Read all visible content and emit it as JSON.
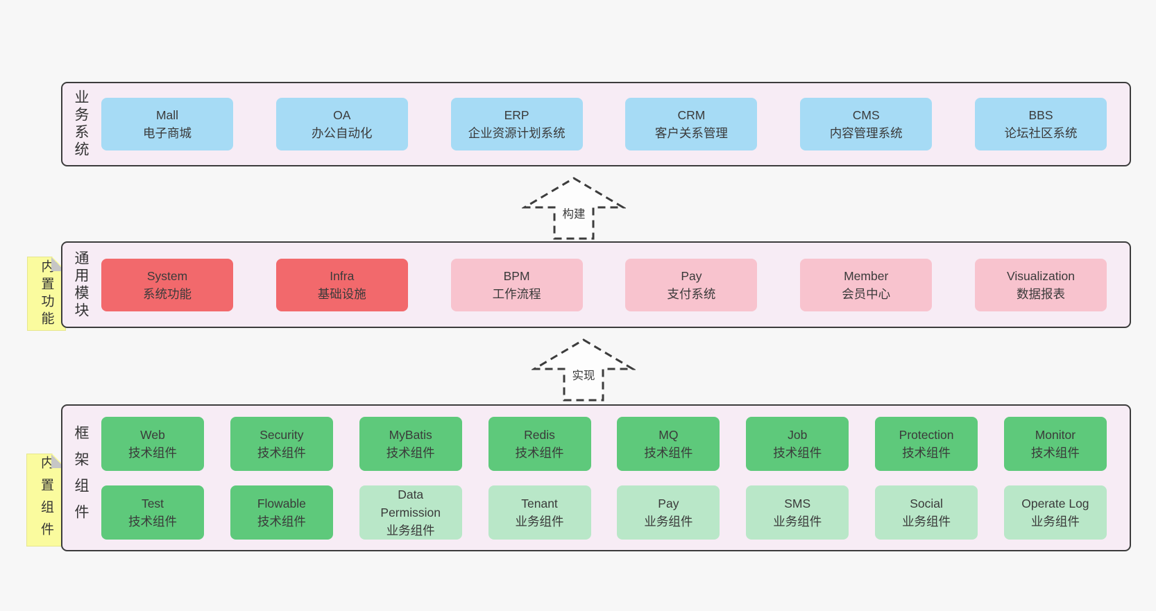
{
  "colors": {
    "page_bg": "#f7f7f7",
    "band_bg": "#f7ecf5",
    "band_border": "#3c3c3c",
    "blue": "#a6dbf5",
    "red": "#f2696c",
    "pink": "#f8c3ce",
    "green": "#5ec97b",
    "light_green": "#b9e7c8",
    "sticky_yellow": "#fafb9e",
    "text": "#3a3a3a"
  },
  "arrows": [
    {
      "label": "构建"
    },
    {
      "label": "实现"
    }
  ],
  "bands": [
    {
      "label": "业务系统",
      "boxes": [
        {
          "en": "Mall",
          "zh": "电子商城"
        },
        {
          "en": "OA",
          "zh": "办公自动化"
        },
        {
          "en": "ERP",
          "zh": "企业资源计划系统"
        },
        {
          "en": "CRM",
          "zh": "客户关系管理"
        },
        {
          "en": "CMS",
          "zh": "内容管理系统"
        },
        {
          "en": "BBS",
          "zh": "论坛社区系统"
        }
      ]
    },
    {
      "label": "通用模块",
      "sticky": "内置功能",
      "boxes": [
        {
          "en": "System",
          "zh": "系统功能"
        },
        {
          "en": "Infra",
          "zh": "基础设施"
        },
        {
          "en": "BPM",
          "zh": "工作流程"
        },
        {
          "en": "Pay",
          "zh": "支付系统"
        },
        {
          "en": "Member",
          "zh": "会员中心"
        },
        {
          "en": "Visualization",
          "zh": "数据报表"
        }
      ]
    },
    {
      "label": "框架组件",
      "sticky": "内置组件",
      "rows": [
        [
          {
            "en": "Web",
            "zh": "技术组件"
          },
          {
            "en": "Security",
            "zh": "技术组件"
          },
          {
            "en": "MyBatis",
            "zh": "技术组件"
          },
          {
            "en": "Redis",
            "zh": "技术组件"
          },
          {
            "en": "MQ",
            "zh": "技术组件"
          },
          {
            "en": "Job",
            "zh": "技术组件"
          },
          {
            "en": "Protection",
            "zh": "技术组件"
          },
          {
            "en": "Monitor",
            "zh": "技术组件"
          }
        ],
        [
          {
            "en": "Test",
            "zh": "技术组件"
          },
          {
            "en": "Flowable",
            "zh": "技术组件"
          },
          {
            "en": "Data Permission",
            "zh": "业务组件"
          },
          {
            "en": "Tenant",
            "zh": "业务组件"
          },
          {
            "en": "Pay",
            "zh": "业务组件"
          },
          {
            "en": "SMS",
            "zh": "业务组件"
          },
          {
            "en": "Social",
            "zh": "业务组件"
          },
          {
            "en": "Operate Log",
            "zh": "业务组件"
          }
        ]
      ]
    }
  ]
}
